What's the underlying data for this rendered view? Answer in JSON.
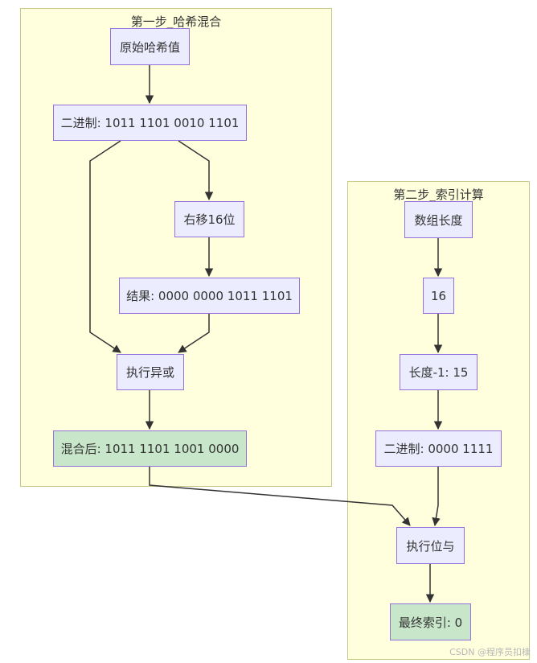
{
  "clusters": {
    "step1": {
      "title": "第一步_哈希混合"
    },
    "step2": {
      "title": "第二步_索引计算"
    }
  },
  "nodes": {
    "original": "原始哈希值",
    "binary": "二进制: 1011 1101 0010 1101",
    "shift": "右移16位",
    "shift_result": "结果: 0000 0000 1011 1101",
    "xor": "执行异或",
    "mixed": "混合后: 1011 1101 1001 0000",
    "array_length": "数组长度",
    "sixteen": "16",
    "length_minus": "长度-1: 15",
    "binary2": "二进制: 0000 1111",
    "and_op": "执行位与",
    "final_index": "最终索引: 0"
  },
  "watermark": "CSDN @程序员扣棣",
  "colors": {
    "cluster_fill": "#ffffde",
    "cluster_border": "#c7c98c",
    "node_fill": "#ececff",
    "node_border": "#9370db",
    "result_fill": "#c8e6c9",
    "edge": "#333333"
  }
}
